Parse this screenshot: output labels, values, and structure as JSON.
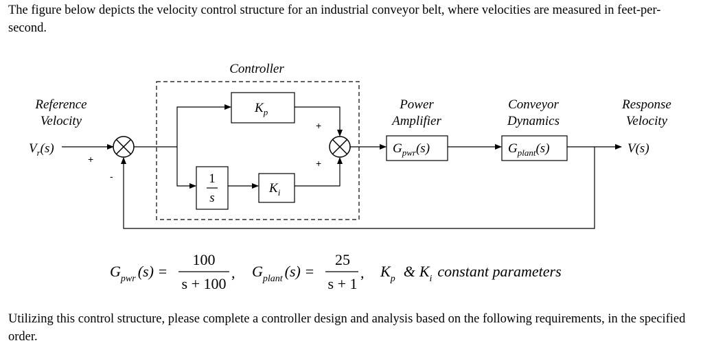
{
  "intro": "The figure below depicts the velocity control structure for an industrial conveyor belt, where velocities are measured in feet-per-second.",
  "outro": "Utilizing this control structure, please complete a controller design and analysis based on the following requirements, in the specified order.",
  "diagram": {
    "controller_label": "Controller",
    "reference": {
      "line1": "Reference",
      "line2": "Velocity",
      "signal": "V",
      "signal_sub": "r",
      "signal_arg": "(s)"
    },
    "response": {
      "line1": "Response",
      "line2": "Velocity",
      "signal": "V(s)"
    },
    "power_amp": {
      "line1": "Power",
      "line2": "Amplifier",
      "block": "G",
      "block_sub": "pwr",
      "block_arg": "(s)"
    },
    "conveyor": {
      "line1": "Conveyor",
      "line2": "Dynamics",
      "block": "G",
      "block_sub": "plant",
      "block_arg": "(s)"
    },
    "kp": {
      "symbol": "K",
      "sub": "p"
    },
    "ki": {
      "symbol": "K",
      "sub": "i"
    },
    "integrator": {
      "numerator": "1",
      "denominator": "s"
    },
    "signs": {
      "ref_plus": "+",
      "fb_minus": "-",
      "sum2_top": "+",
      "sum2_bottom": "+"
    }
  },
  "equations": {
    "gpwr": {
      "g": "G",
      "sub": "pwr",
      "arg": "(s) =",
      "num": "100",
      "den": "s + 100",
      "sep": ","
    },
    "gplant": {
      "g": "G",
      "sub": "plant",
      "arg": "(s) =",
      "num": "25",
      "den": "s + 1",
      "sep": ","
    },
    "constants": {
      "k1": "K",
      "k1sub": "p",
      "amp": "&",
      "k2": "K",
      "k2sub": "i",
      "rest": "constant parameters"
    }
  }
}
